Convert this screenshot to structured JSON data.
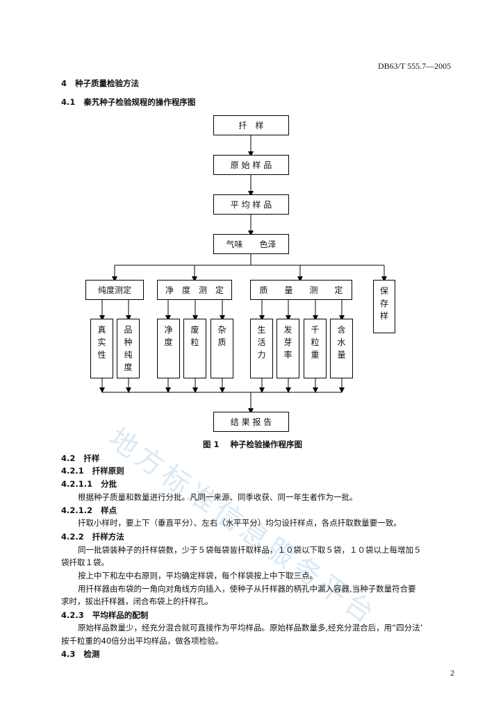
{
  "header": {
    "doc_id": "DB63/T 555.7—2005"
  },
  "watermark": "地方标准信息服务平台",
  "sec4": {
    "num": "4",
    "title": "种子质量检验方法"
  },
  "sec41": {
    "num": "4.1",
    "title": "秦艽种子检验规程的操作程序图"
  },
  "flow": {
    "sampling": "扦　样",
    "original": "原 始 样 品",
    "average": "平 均 样 品",
    "smell": "气味　　色泽",
    "purity": "纯度测定",
    "clean": "净　度　测　定",
    "quality": "质　　量　　测　　定",
    "keep": [
      "保",
      "存",
      "样"
    ],
    "sub": {
      "true": [
        "真",
        "实",
        "性"
      ],
      "variety": [
        "品",
        "种",
        "纯",
        "度"
      ],
      "cleanness": [
        "净",
        "",
        "度"
      ],
      "waste": [
        "废",
        "",
        "粒"
      ],
      "impurity": [
        "杂",
        "",
        "质"
      ],
      "vitality": [
        "生",
        "活",
        "力"
      ],
      "germ": [
        "发",
        "芽",
        "率"
      ],
      "kgw": [
        "千",
        "粒",
        "重"
      ],
      "moisture": [
        "含",
        "水",
        "量"
      ]
    },
    "report": "结 果 报 告"
  },
  "figure_caption": {
    "num": "图 1",
    "text": "种子检验操作程序图"
  },
  "s42": {
    "num": "4.2",
    "title": "扦样"
  },
  "s421": {
    "num": "4.2.1",
    "title": "扦样原则"
  },
  "s4211": {
    "num": "4.2.1.1",
    "title": "分批"
  },
  "p4211": "根据种子质量和数量进行分批。凡同一来源、同季收获、同一年生者作为一批。",
  "s4212": {
    "num": "4.2.1.2",
    "title": "样点"
  },
  "p4212": "扦取小样时，要上下（垂直平分）、左右（水平平分）均匀设扦样点，各点扦取数量要一致。",
  "s422": {
    "num": "4.2.2",
    "title": "扦样方法"
  },
  "p422a1": "同一批袋装种子的扦样袋数，少于５袋每袋皆扦取样品，１０袋以下取５袋，１０袋以上每增加５",
  "p422a2": "袋扦取１袋。",
  "p422b": "按上中下和左中右原则，平均确定样袋，每个样袋按上中下取三点。",
  "p422c1": "用扦样器由布袋的一角向对角线方向插入，使种子从扦样器的柄孔中漏入容器,当种子数量符合要",
  "p422c2": "求时，拔出扦样器，闭合布袋上的扦样孔。",
  "s423": {
    "num": "4.2.3",
    "title": "平均样品的配制"
  },
  "p423a1": "原始样品数量少，经充分混合就可直接作为平均样品。原始样品数量多,经充分混合后，用“四分法’",
  "p423a2": "按千粒重的40倍分出平均样品，做各项检验。",
  "s43": {
    "num": "4.3",
    "title": "检测"
  },
  "page_number": "2"
}
